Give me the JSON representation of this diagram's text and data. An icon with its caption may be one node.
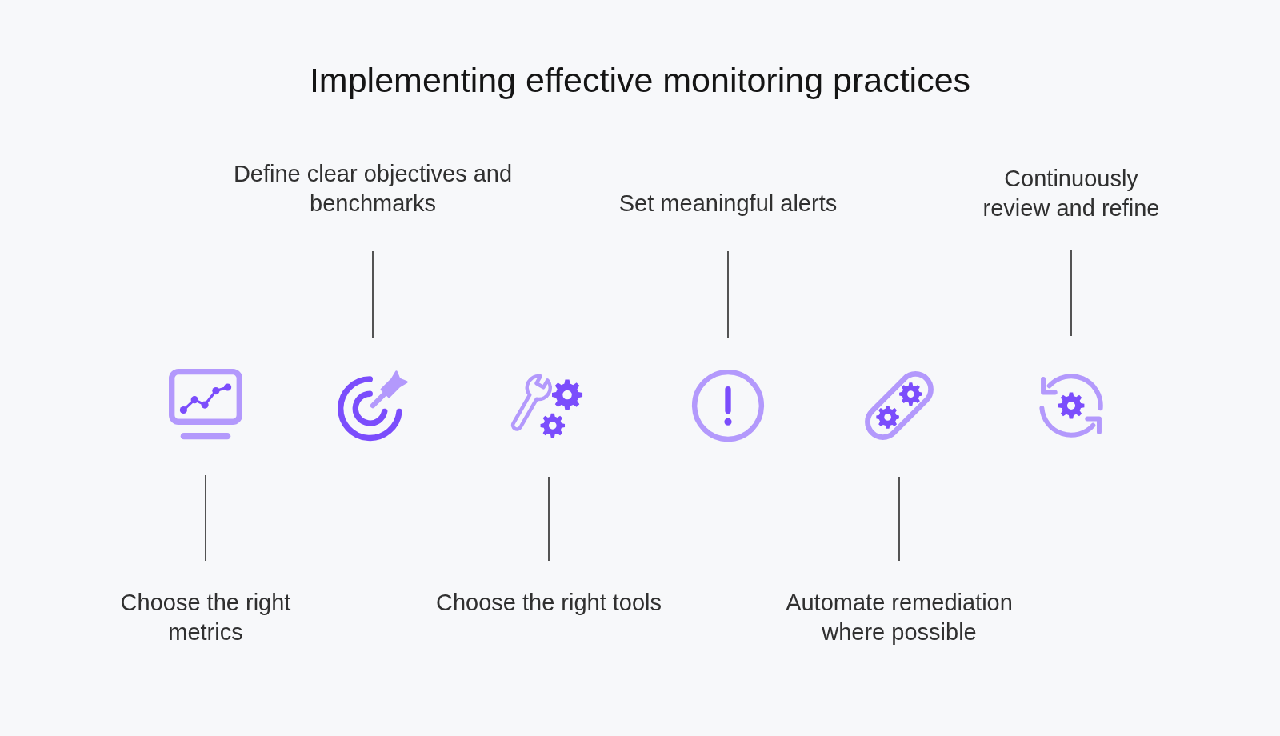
{
  "diagram": {
    "title": "Implementing effective monitoring practices",
    "nodes": [
      {
        "text": [
          "Choose the right metrics"
        ]
      },
      {
        "text": [
          "Define clear objectives and benchmarks"
        ]
      },
      {
        "text": [
          "Choose the right tools"
        ]
      },
      {
        "text": [
          "Set meaningful alerts"
        ]
      },
      {
        "text": [
          "Automate remediation where possible"
        ]
      },
      {
        "text": [
          "Continuously review and refine"
        ]
      },
      {
        "text": [],
        "shape": "picture"
      },
      {
        "text": [],
        "shape": "picture"
      },
      {
        "text": [],
        "shape": "picture"
      },
      {
        "text": [],
        "shape": "picture"
      },
      {
        "text": [],
        "shape": "picture"
      },
      {
        "text": [],
        "shape": "picture"
      }
    ],
    "edges": [
      {
        "from": 0,
        "to": 6,
        "arrow": "none"
      },
      {
        "from": 1,
        "to": 7,
        "arrow": "none"
      },
      {
        "from": 2,
        "to": 8,
        "arrow": "none"
      },
      {
        "from": 3,
        "to": 9,
        "arrow": "none"
      },
      {
        "from": 4,
        "to": 10,
        "arrow": "none"
      },
      {
        "from": 5,
        "to": 11,
        "arrow": "none"
      }
    ]
  }
}
